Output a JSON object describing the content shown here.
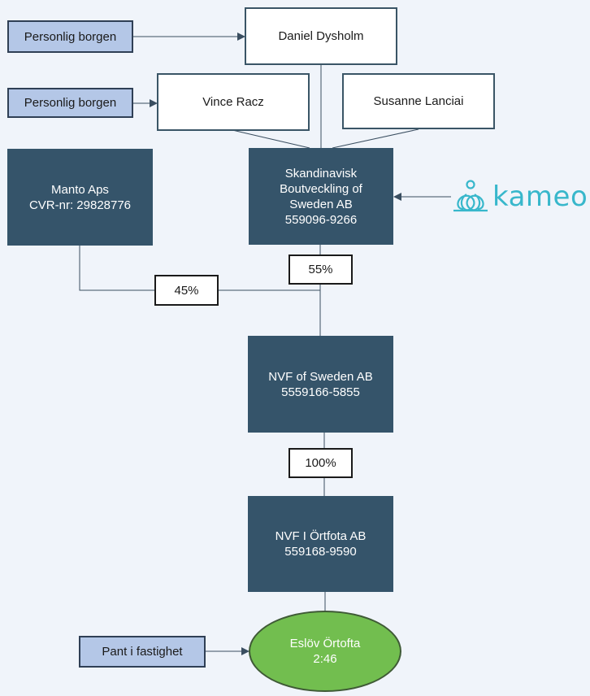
{
  "nodes": {
    "guarantee_daniel": "Personlig borgen",
    "daniel": "Daniel Dysholm",
    "guarantee_vince": "Personlig borgen",
    "vince": "Vince Racz",
    "susanne": "Susanne Lanciai",
    "manto": "Manto Aps\nCVR-nr: 29828776",
    "skandinavisk": "Skandinavisk\nBoutveckling of\nSweden AB\n559096-9266",
    "nvf_sweden": "NVF of Sweden AB\n5559166-5855",
    "nvf_ortofta": "NVF I Örtfota AB\n559168-9590",
    "pant": "Pant i fastighet",
    "eslov": "Eslöv Örtofta\n2:46"
  },
  "ownership": {
    "skandinavisk_share": "55%",
    "manto_share": "45%",
    "nvf_share": "100%"
  },
  "logo": {
    "text": "kameo",
    "icon": "kameo-logo-icon",
    "color": "#38b7cb"
  },
  "colors": {
    "background": "#f0f4fa",
    "company_box": "#35546a",
    "guarantee_box": "#b4c7e7",
    "property_ellipse": "#72be4f"
  }
}
